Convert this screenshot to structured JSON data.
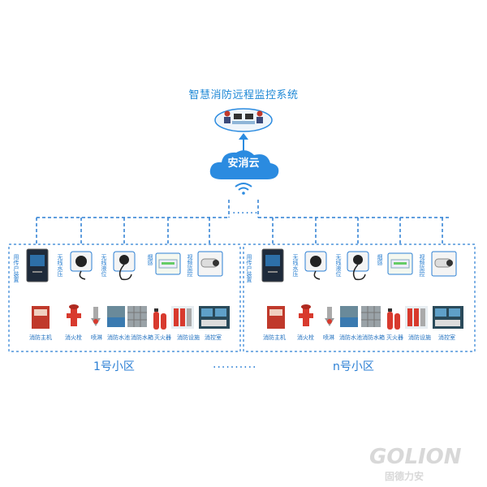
{
  "title": "智慧消防远程监控系统",
  "cloud": "安消云",
  "ellipsis_top": "......",
  "ellipsis_bottom": "..........",
  "zones": [
    {
      "label": "1号小区",
      "sensors": [
        "用传户装置",
        "无线水压",
        "无线液位",
        "烟感",
        "视频监控"
      ],
      "devices": [
        "消防主机",
        "消火栓",
        "喷淋",
        "消防水池",
        "消防水箱",
        "灭火器",
        "消防设施",
        "消控室"
      ]
    },
    {
      "label": "n号小区",
      "sensors": [
        "用传户装置",
        "无线水压",
        "无线液位",
        "烟感",
        "视频监控"
      ],
      "devices": [
        "消防主机",
        "消火栓",
        "喷淋",
        "消防水池",
        "消防水箱",
        "灭火器",
        "消防设施",
        "消控室"
      ]
    }
  ],
  "watermark": {
    "brand": "GOLION",
    "sub": "固德力安"
  },
  "colors": {
    "accent": "#2b8be0",
    "line": "#2b7fd4",
    "red": "#d83a2e"
  }
}
